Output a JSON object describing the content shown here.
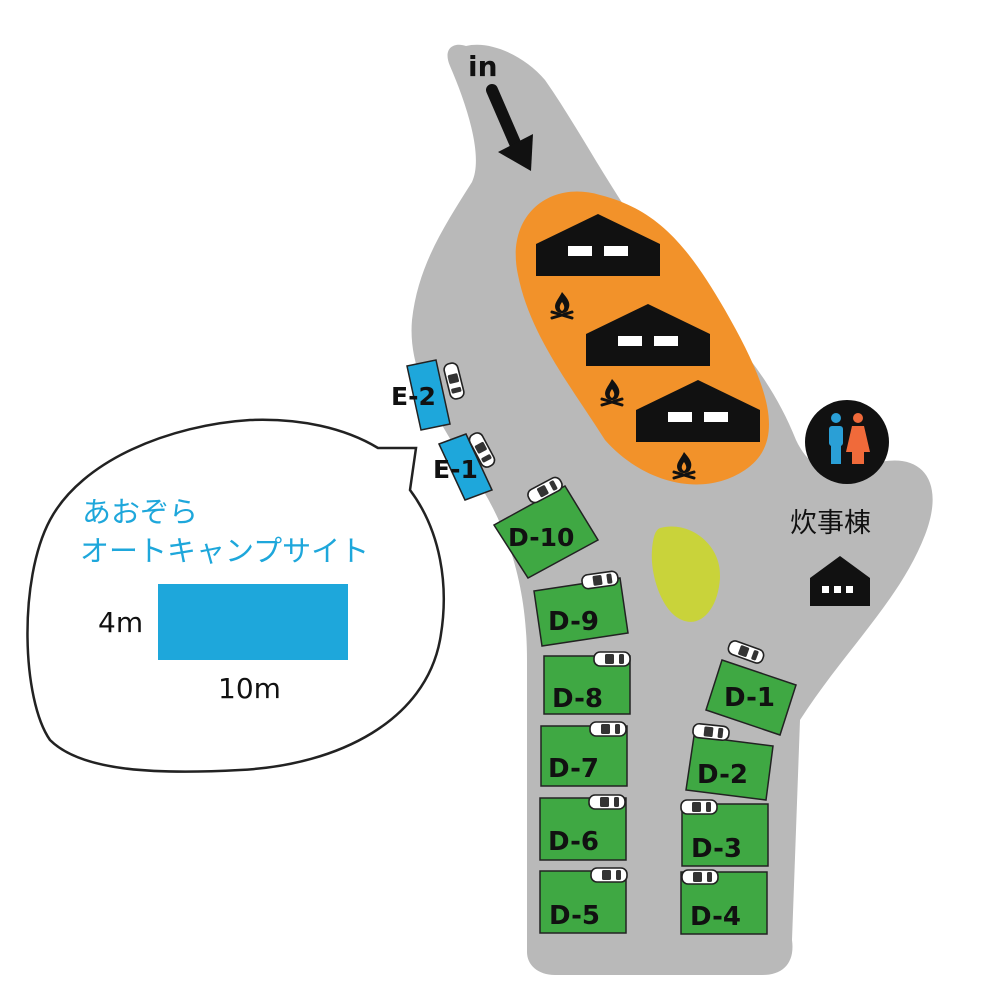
{
  "entrance_label": "in",
  "building_label": "炊事棟",
  "legend": {
    "title_line1": "あおぞら",
    "title_line2": "オートキャンプサイト",
    "height_label": "4m",
    "width_label": "10m"
  },
  "sites": [
    {
      "id": "d1",
      "label": "D-1"
    },
    {
      "id": "d2",
      "label": "D-2"
    },
    {
      "id": "d3",
      "label": "D-3"
    },
    {
      "id": "d4",
      "label": "D-4"
    },
    {
      "id": "d5",
      "label": "D-5"
    },
    {
      "id": "d6",
      "label": "D-6"
    },
    {
      "id": "d7",
      "label": "D-7"
    },
    {
      "id": "d8",
      "label": "D-8"
    },
    {
      "id": "d9",
      "label": "D-9"
    },
    {
      "id": "d10",
      "label": "D-10"
    },
    {
      "id": "e1",
      "label": "E-1"
    },
    {
      "id": "e2",
      "label": "E-2"
    }
  ],
  "colors": {
    "road": "#b9b9b9",
    "site_green": "#3fa843",
    "site_blue": "#1ea7db",
    "cabin_area": "#f2922a",
    "pond": "#c9d33a",
    "legend_text": "#1ea7db",
    "toilet_male": "#2a9fd6",
    "toilet_female": "#f06a3a"
  }
}
